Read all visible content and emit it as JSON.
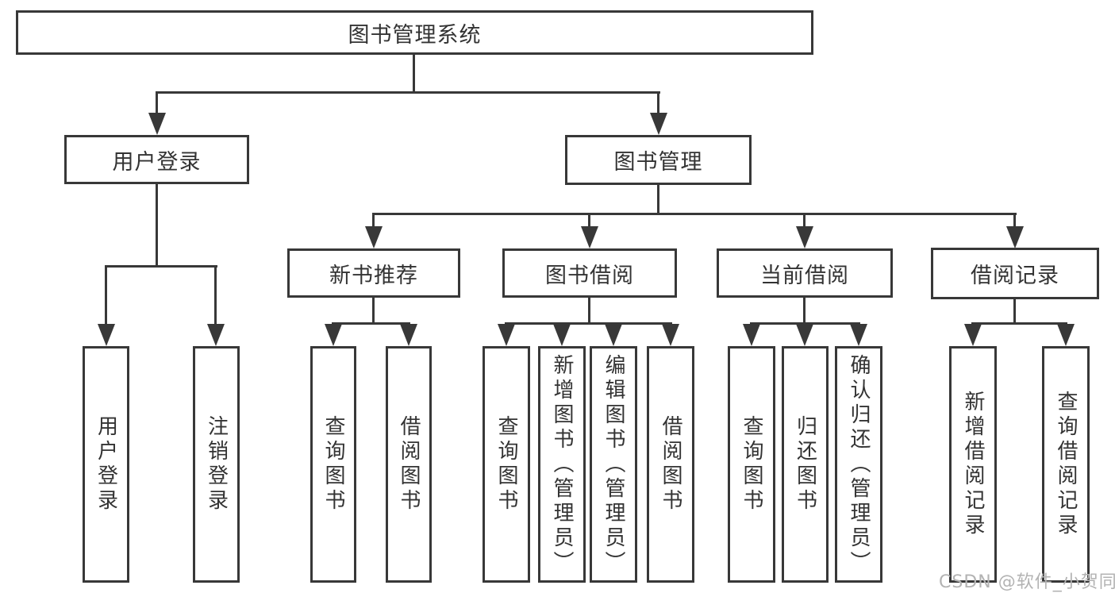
{
  "diagram": {
    "root": {
      "label": "图书管理系统"
    },
    "level2": [
      {
        "label": "用户登录"
      },
      {
        "label": "图书管理"
      }
    ],
    "level3": [
      {
        "label": "新书推荐"
      },
      {
        "label": "图书借阅"
      },
      {
        "label": "当前借阅"
      },
      {
        "label": "借阅记录"
      }
    ],
    "leaves": {
      "user_login": [
        "用户登录",
        "注销登录"
      ],
      "new_books": [
        "查询图书",
        "借阅图书"
      ],
      "book_borrow": [
        "查询图书",
        "新增图书（管理员）",
        "编辑图书（管理员）",
        "借阅图书"
      ],
      "current_borrow": [
        "查询图书",
        "归还图书",
        "确认归还（管理员）"
      ],
      "borrow_records": [
        "新增借阅记录",
        "查询借阅记录"
      ]
    }
  },
  "watermark": {
    "text": "CSDN @软件_小贺同学"
  },
  "colors": {
    "line": "#383838",
    "text": "#333333",
    "watermark": "#b3b3b3",
    "background": "#ffffff"
  }
}
